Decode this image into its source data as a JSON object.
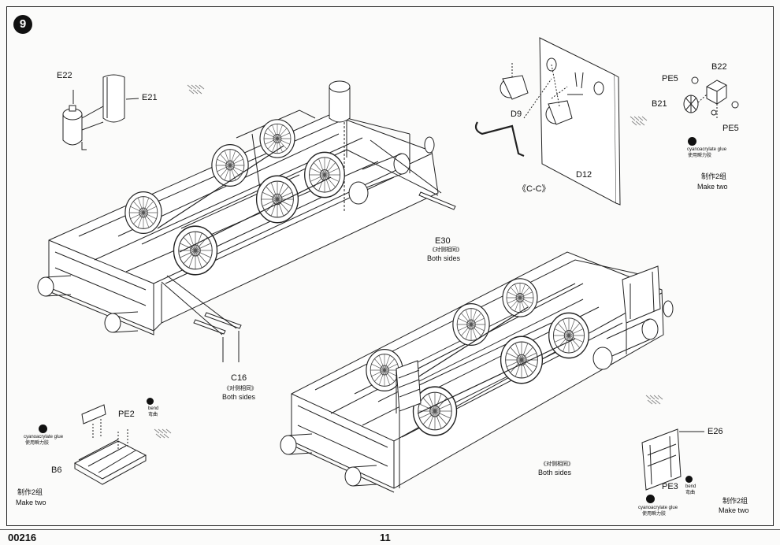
{
  "step": {
    "number": "9"
  },
  "footer": {
    "catalog_number": "00216",
    "page_number": "11"
  },
  "callouts": {
    "e22": "E22",
    "e21": "E21",
    "e30": "E30",
    "c16": "C16",
    "d9": "D9",
    "d12": "D12",
    "cc": "《C-C》",
    "pe5_top": "PE5",
    "pe5_bottom": "PE5",
    "b22": "B22",
    "b21": "B21",
    "pe2": "PE2",
    "b6": "B6",
    "e26": "E26",
    "pe3": "PE3"
  },
  "notes": {
    "e30_cn": "《对侧相同》",
    "e30_en": "Both sides",
    "c16_cn": "《对侧相同》",
    "c16_en": "Both sides",
    "right_cn": "《对侧相同》",
    "right_en": "Both sides",
    "glue_b_en": "cyanoacrylate glue",
    "glue_b_cn": "使用瞬力胶",
    "make_b_cn": "制作2组",
    "make_b_en": "Make two",
    "glue_pe2_en": "cyanoacrylate glue",
    "glue_pe2_cn": "使用瞬力胶",
    "bend_pe2_en": "bend",
    "bend_pe2_cn": "弯曲",
    "make_pe2_cn": "制作2组",
    "make_pe2_en": "Make two",
    "glue_pe3_en": "cyanoacrylate glue",
    "glue_pe3_cn": "使用瞬力胶",
    "bend_pe3_en": "bend",
    "bend_pe3_cn": "弯曲",
    "make_pe3_cn": "制作2组",
    "make_pe3_en": "Make two"
  },
  "icons": {
    "glue": "glue-bottle-icon",
    "bend": "bend-icon",
    "direction": "assembly-direction-arrow-icon"
  }
}
